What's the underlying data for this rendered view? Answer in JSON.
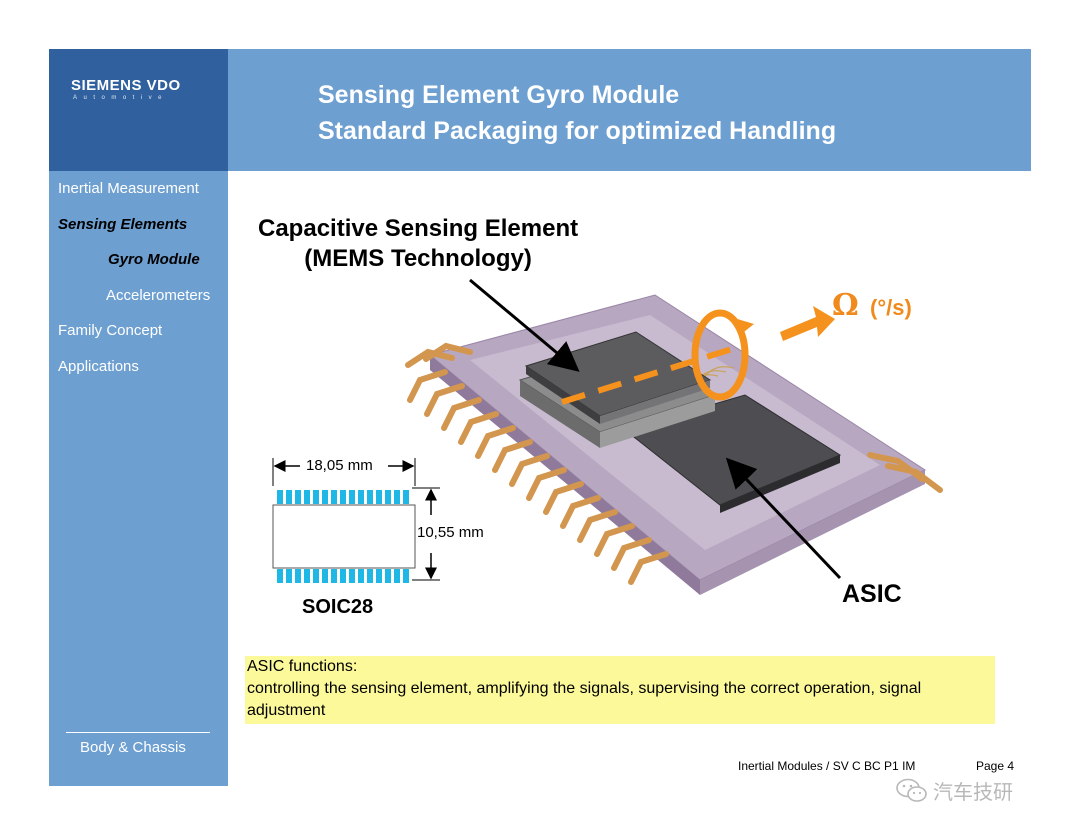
{
  "logo": {
    "brand": "SIEMENS VDO",
    "tagline": "Automotive"
  },
  "header": {
    "title_line1": "Sensing Element Gyro Module",
    "title_line2": "Standard Packaging for optimized Handling"
  },
  "sidebar": {
    "items": [
      {
        "label": "Inertial Measurement",
        "active": false
      },
      {
        "label": "Sensing Elements",
        "active": true
      },
      {
        "label": "Gyro Module",
        "active": true
      },
      {
        "label": "Accelerometers",
        "active": false
      },
      {
        "label": "Family Concept",
        "active": false
      },
      {
        "label": "Applications",
        "active": false
      }
    ],
    "footer": "Body & Chassis"
  },
  "figure": {
    "callout_line1": "Capacitive Sensing Element",
    "callout_line2": "(MEMS Technology)",
    "asic_label": "ASIC",
    "omega_symbol": "Ω",
    "omega_unit": "(°/s)",
    "width_dim": "18,05 mm",
    "height_dim": "10,55 mm",
    "package": "SOIC28",
    "pin_color": "#1fb8e6",
    "highlight_color": "#f08a1c"
  },
  "note": {
    "heading": "ASIC functions:",
    "body": "controlling the sensing element, amplifying the signals, supervising the correct operation, signal adjustment"
  },
  "footer": {
    "left": "Inertial Modules / SV C BC P1 IM",
    "right": "Page 4"
  },
  "watermark": {
    "text": "汽车技研"
  }
}
